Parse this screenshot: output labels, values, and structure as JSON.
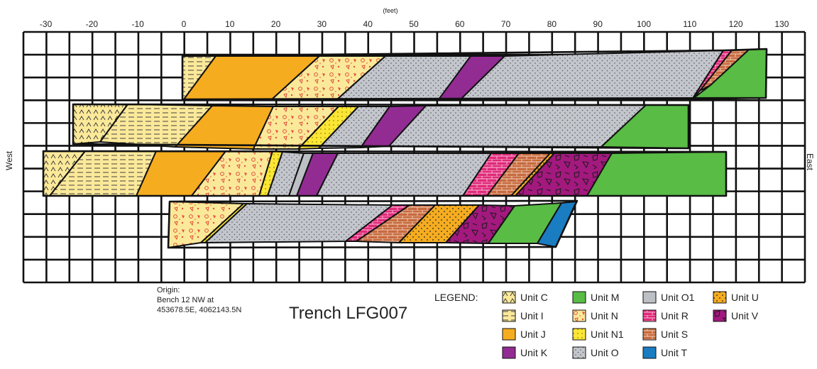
{
  "axis": {
    "unit_label": "(feet)",
    "ticks": [
      "-30",
      "-20",
      "-10",
      "0",
      "10",
      "20",
      "30",
      "40",
      "50",
      "60",
      "70",
      "80",
      "90",
      "100",
      "110",
      "120",
      "130"
    ]
  },
  "orientation": {
    "left": "West",
    "right": "East"
  },
  "origin": {
    "line1": "Origin:",
    "line2": "Bench 12 NW at",
    "line3": "453678.5E, 4062143.5N"
  },
  "title": "Trench LFG007",
  "legend": {
    "heading": "LEGEND:",
    "items": [
      {
        "id": "C",
        "label": "Unit C",
        "color": "#fbe99a",
        "pattern": "chevrons"
      },
      {
        "id": "I",
        "label": "Unit I",
        "color": "#fbe99a",
        "pattern": "dashes"
      },
      {
        "id": "J",
        "label": "Unit J",
        "color": "#f5ac1f",
        "pattern": "none"
      },
      {
        "id": "K",
        "label": "Unit K",
        "color": "#922c93",
        "pattern": "none"
      },
      {
        "id": "M",
        "label": "Unit M",
        "color": "#59bc45",
        "pattern": "none"
      },
      {
        "id": "N",
        "label": "Unit N",
        "color": "#fbe99a",
        "pattern": "red-clasts"
      },
      {
        "id": "N1",
        "label": "Unit N1",
        "color": "#fce634",
        "pattern": "dots"
      },
      {
        "id": "O",
        "label": "Unit O",
        "color": "#c3c6cc",
        "pattern": "stipple"
      },
      {
        "id": "O1",
        "label": "Unit O1",
        "color": "#bcbfc4",
        "pattern": "none"
      },
      {
        "id": "R",
        "label": "Unit R",
        "color": "#e0297a",
        "pattern": "brick"
      },
      {
        "id": "S",
        "label": "Unit S",
        "color": "#c76a3e",
        "pattern": "brick"
      },
      {
        "id": "T",
        "label": "Unit T",
        "color": "#1a7cc1",
        "pattern": "none"
      },
      {
        "id": "U",
        "label": "Unit U",
        "color": "#f5ac1f",
        "pattern": "dots"
      },
      {
        "id": "V",
        "label": "Unit V",
        "color": "#a3197e",
        "pattern": "blocks"
      }
    ]
  }
}
